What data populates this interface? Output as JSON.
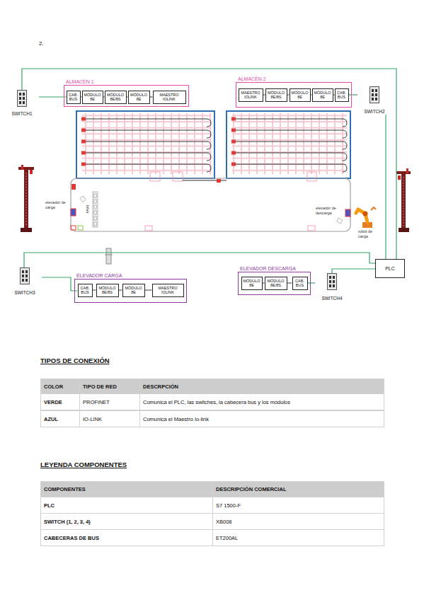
{
  "diagram": {
    "nodes": [
      {
        "text": [
          "SWITCH1"
        ]
      },
      {
        "text": [
          "ALMACÉN 1"
        ]
      },
      {
        "text": [
          "CAB. BUS"
        ],
        "in": 1
      },
      {
        "text": [
          "MÓDULO 8E"
        ],
        "in": 1
      },
      {
        "text": [
          "MÓDULO 8E/8S"
        ],
        "in": 1
      },
      {
        "text": [
          "MÓDULO 8E"
        ],
        "in": 1
      },
      {
        "text": [
          "MAESTRO IOLINK"
        ],
        "in": 1
      },
      {
        "text": [
          "ALMACÉN 2"
        ]
      },
      {
        "text": [
          "MAESTRO IOLINK"
        ],
        "in": 7
      },
      {
        "text": [
          "MÓDULO 8E/8S"
        ],
        "in": 7
      },
      {
        "text": [
          "MÓDULO 8E"
        ],
        "in": 7
      },
      {
        "text": [
          "MÓDULO 8E"
        ],
        "in": 7
      },
      {
        "text": [
          "CAB. BUS"
        ],
        "in": 7
      },
      {
        "text": [
          "SWITCH2"
        ]
      },
      {
        "text": [
          "PLC"
        ]
      },
      {
        "text": [
          "SWITCH3"
        ]
      },
      {
        "text": [
          "ELEVADOR CARGA"
        ]
      },
      {
        "text": [
          "CAB. BUS"
        ],
        "in": 16
      },
      {
        "text": [
          "MÓDULO 8E/8S"
        ],
        "in": 16
      },
      {
        "text": [
          "MÓDULO 8E"
        ],
        "in": 16
      },
      {
        "text": [
          "MAESTRO IOLINK"
        ],
        "in": 16
      },
      {
        "text": [
          "ELEVADOR DESCARGA"
        ]
      },
      {
        "text": [
          "MÓDULO 8E"
        ],
        "in": 21
      },
      {
        "text": [
          "MÓDULO 8E/8S"
        ],
        "in": 21
      },
      {
        "text": [
          "CAB. BUS"
        ],
        "in": 21
      },
      {
        "text": [
          "SWITCH4"
        ]
      }
    ],
    "edges": [
      {
        "from": 0,
        "to": 2,
        "arrow": "none"
      },
      {
        "from": 0,
        "to": 14,
        "arrow": "none"
      },
      {
        "from": 2,
        "to": 3,
        "arrow": "none"
      },
      {
        "from": 3,
        "to": 4,
        "arrow": "none"
      },
      {
        "from": 4,
        "to": 5,
        "arrow": "none"
      },
      {
        "from": 5,
        "to": 6,
        "arrow": "none"
      },
      {
        "from": 8,
        "to": 9,
        "arrow": "none"
      },
      {
        "from": 9,
        "to": 10,
        "arrow": "none"
      },
      {
        "from": 10,
        "to": 11,
        "arrow": "none"
      },
      {
        "from": 11,
        "to": 12,
        "arrow": "none"
      },
      {
        "from": 13,
        "to": 12,
        "arrow": "none"
      },
      {
        "from": 13,
        "to": 14,
        "arrow": "none"
      },
      {
        "from": 15,
        "to": 14,
        "arrow": "none"
      },
      {
        "from": 15,
        "to": 17,
        "arrow": "none"
      },
      {
        "from": 25,
        "to": 14,
        "arrow": "none"
      },
      {
        "from": 25,
        "to": 24,
        "arrow": "none"
      },
      {
        "from": 17,
        "to": 18,
        "arrow": "none"
      },
      {
        "from": 18,
        "to": 19,
        "arrow": "none"
      },
      {
        "from": 19,
        "to": 20,
        "arrow": "none"
      },
      {
        "from": 22,
        "to": 23,
        "arrow": "none"
      },
      {
        "from": 23,
        "to": 24,
        "arrow": "none"
      }
    ],
    "labels": [
      "2.",
      "elevador de carga",
      "tolva",
      "elevador de descarga",
      "robot de carga",
      "TIPOS DE CONEXIÓN",
      "COLOR",
      "TIPO DE RED",
      "DESCRPCIÓN",
      "VERDE",
      "PROFINET",
      "Comunica el PLC, las switches, la cabecera bus y los módulos",
      "AZUL",
      "IO-LINK",
      "Comunica el Maestro Io-link",
      "LEYENDA COMPONENTES",
      "COMPONENTES",
      "DESCRIPCIÓN COMERCIAL",
      "PLC",
      "S7 1500-F",
      "SWITCH (1, 2, 3, 4)",
      "XB008",
      "CABECERAS DE BUS",
      "ET200AL"
    ]
  }
}
